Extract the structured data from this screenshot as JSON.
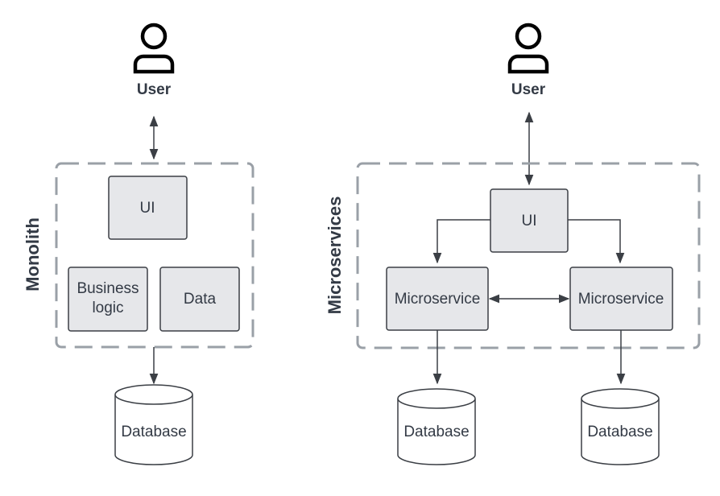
{
  "monolith": {
    "user_label": "User",
    "container_label": "Monolith",
    "ui_label": "UI",
    "business_logic_label": [
      "Business",
      "logic"
    ],
    "data_label": "Data",
    "database_label": "Database"
  },
  "microservices": {
    "user_label": "User",
    "container_label": "Microservices",
    "ui_label": "UI",
    "microservice_left_label": "Microservice",
    "microservice_right_label": "Microservice",
    "database_left_label": "Database",
    "database_right_label": "Database"
  },
  "icons": {
    "user": "user-icon",
    "database": "database-cylinder"
  },
  "colors": {
    "box_fill": "#e6e7ea",
    "box_stroke": "#3b3f45",
    "container_dash": "#9aa0a7",
    "text": "#333a45"
  }
}
